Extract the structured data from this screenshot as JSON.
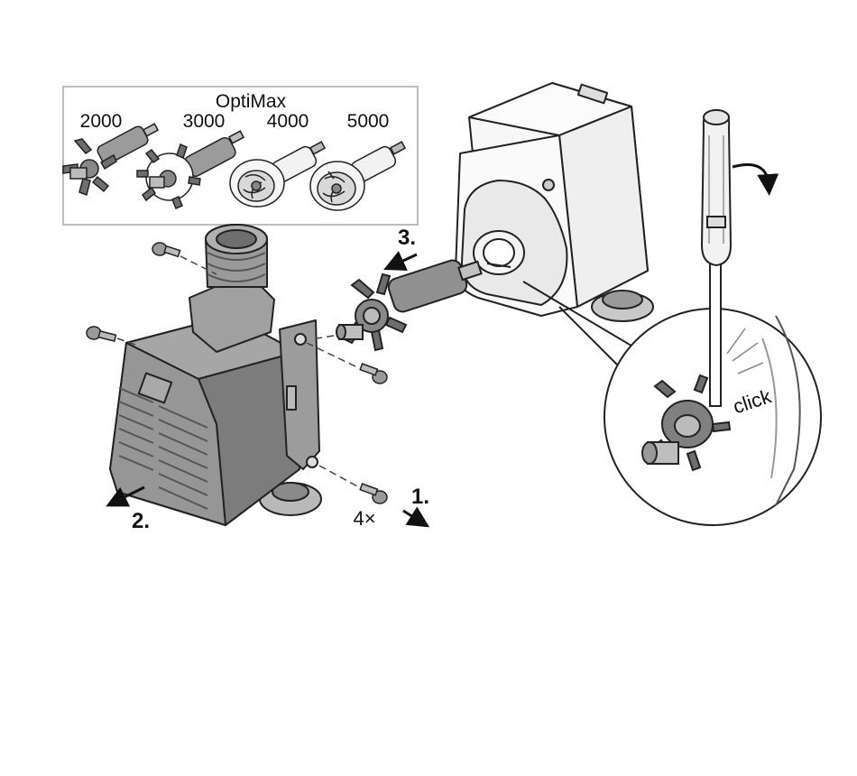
{
  "inset": {
    "title": "OptiMax",
    "models": [
      "2000",
      "3000",
      "4000",
      "5000"
    ]
  },
  "steps": {
    "step1": "1.",
    "step2": "2.",
    "step3": "3."
  },
  "screw_quantity": "4×",
  "detail_text": "click",
  "colors": {
    "housing": "#9a9a9a",
    "housing_dark": "#6e6e6e",
    "motor": "#f4f4f4",
    "outline": "#222222",
    "inset_border": "#bdbdbd"
  }
}
